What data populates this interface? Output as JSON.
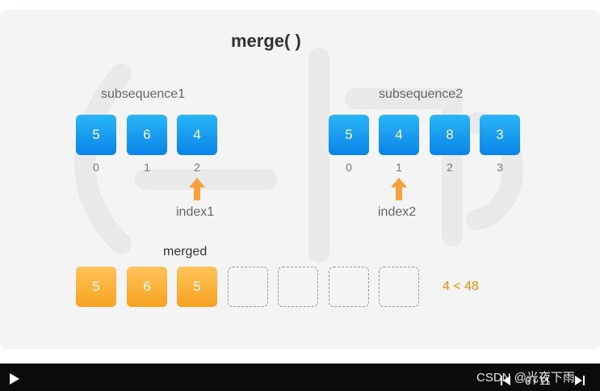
{
  "title": "merge( )",
  "subsequence1": {
    "label": "subsequence1",
    "values": [
      "5",
      "6",
      "4"
    ],
    "indices": [
      "0",
      "1",
      "2"
    ],
    "pointer_label": "index1"
  },
  "subsequence2": {
    "label": "subsequence2",
    "values": [
      "5",
      "4",
      "8",
      "3"
    ],
    "indices": [
      "0",
      "1",
      "2",
      "3"
    ],
    "pointer_label": "index2"
  },
  "merged": {
    "label": "merged",
    "values": [
      "5",
      "6",
      "5",
      "",
      "",
      "",
      ""
    ]
  },
  "comparison": "4 < 48",
  "player": {
    "credit": "CSDN @光夜下雨",
    "page_indicator": "6 / 11"
  },
  "colors": {
    "blue_box": "#0a84e8",
    "orange_box": "#f6a21f",
    "arrow": "#f7a13a",
    "comparison_text": "#f08c00"
  },
  "icons": [
    "up-arrow-icon",
    "play-icon",
    "prev-icon",
    "next-icon"
  ]
}
